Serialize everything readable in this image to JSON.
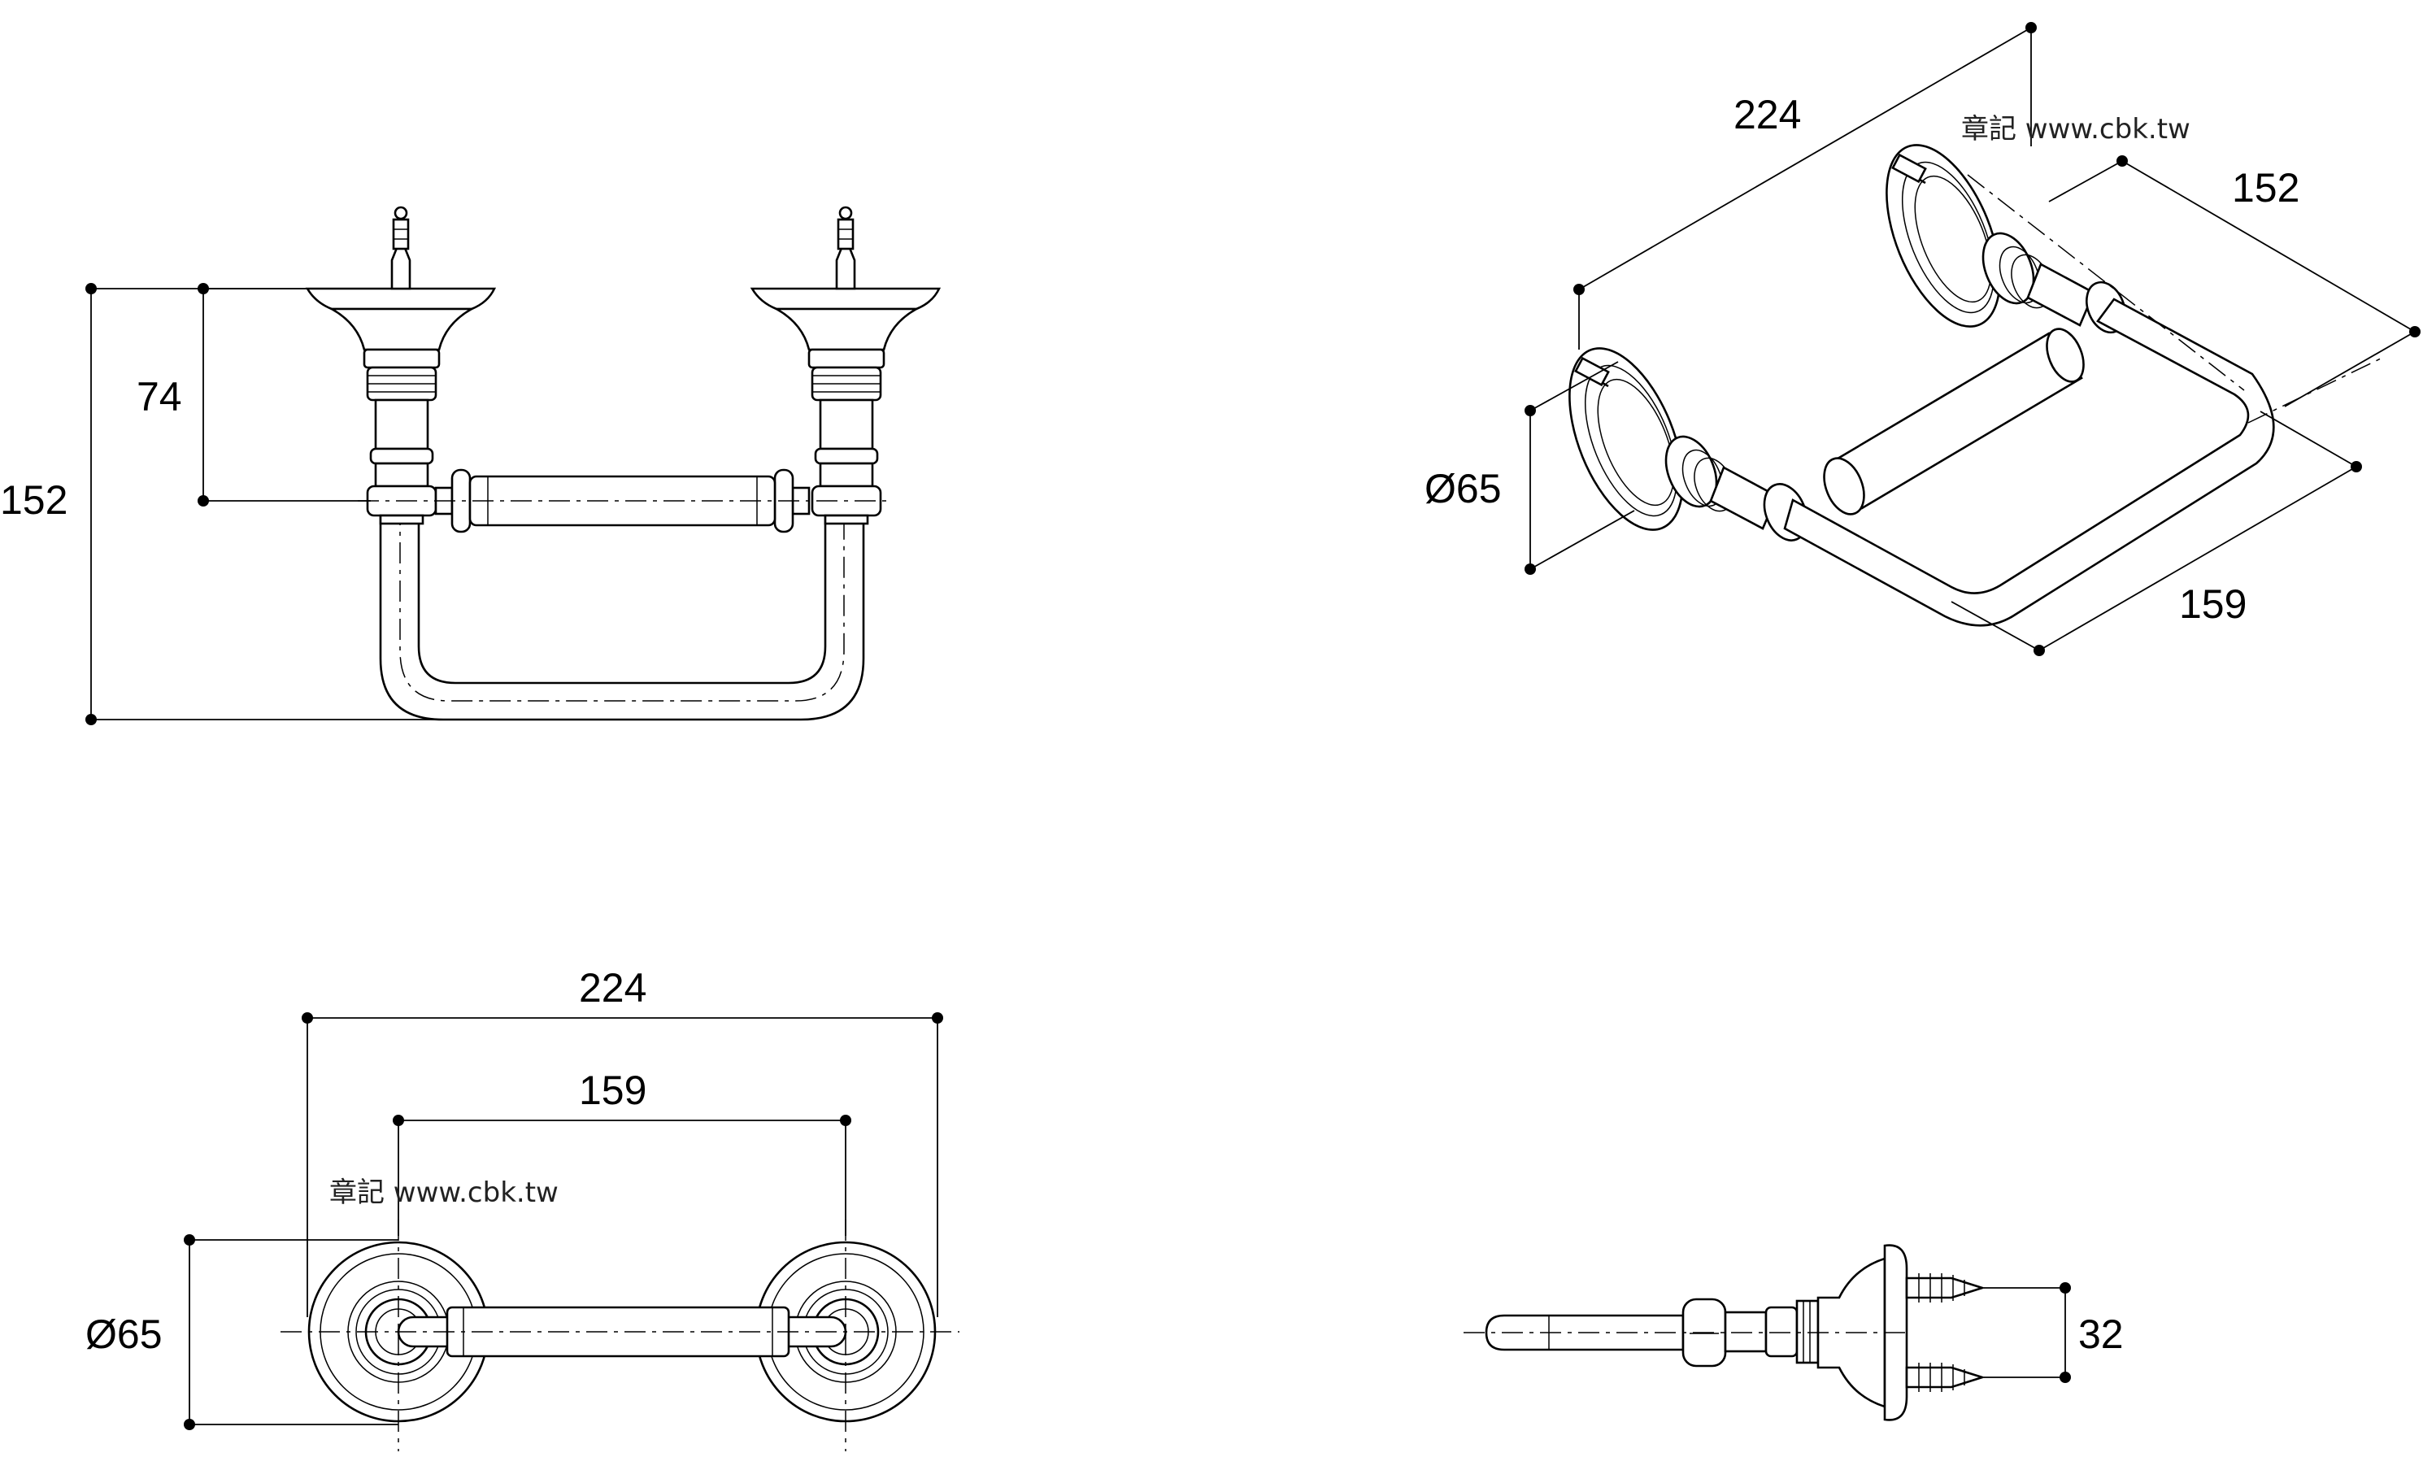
{
  "watermarks": {
    "top": "章記 www.cbk.tw",
    "bottom": "章記 www.cbk.tw"
  },
  "front_view": {
    "height_total": "152",
    "roller_height": "74"
  },
  "iso_view": {
    "length": "224",
    "depth": "152",
    "flange_diameter": "Ø65",
    "inner_length": "159"
  },
  "top_view": {
    "overall_length": "224",
    "center_distance": "159",
    "flange_diameter": "Ø65"
  },
  "side_view": {
    "screw_spacing": "32"
  }
}
